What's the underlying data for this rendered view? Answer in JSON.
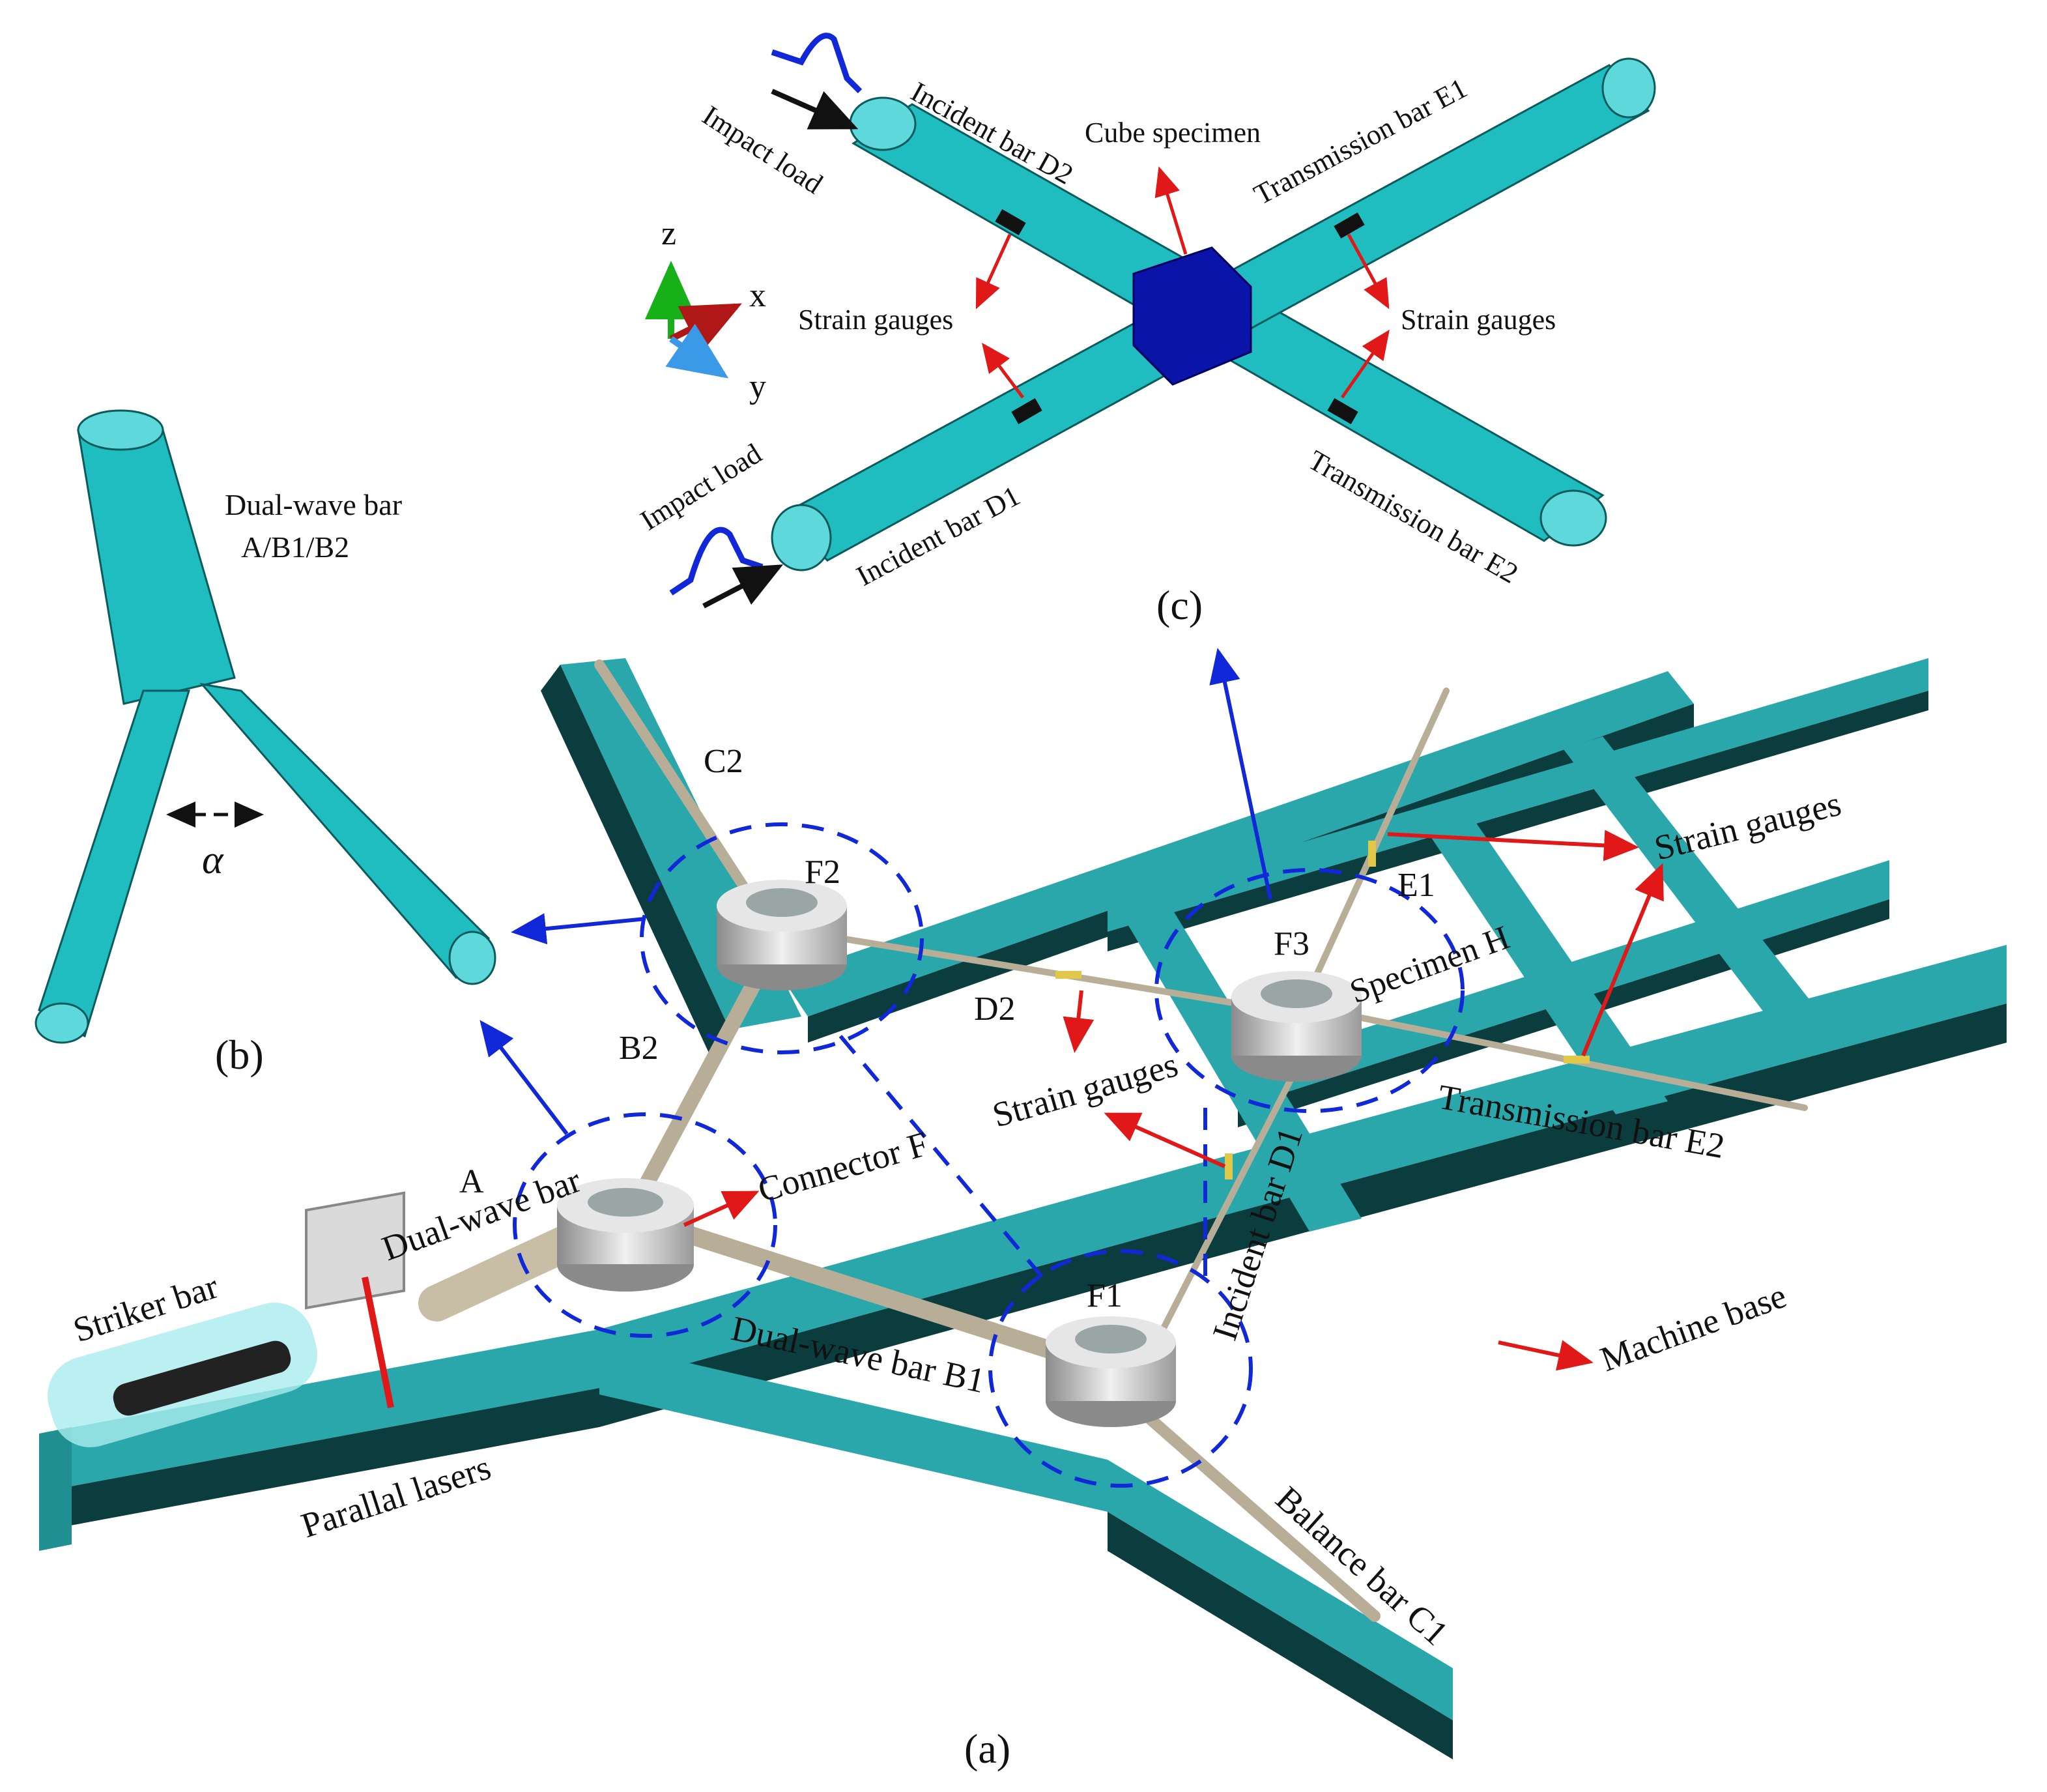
{
  "colors": {
    "bar": "#1fbcc0",
    "bar_dark": "#0f8f93",
    "bar_light": "#5fd8db",
    "frame": "#2aa7ab",
    "frame_dark": "#0b3d3e",
    "rod": "#b8ad96",
    "rod_dark": "#7a6f5c",
    "cube": "#0a14a8",
    "blue_arrow": "#1028d8",
    "red_arrow": "#e01818",
    "gauge": "#111111",
    "connector": "#c9c9c9"
  },
  "panel_labels": {
    "a": "(a)",
    "b": "(b)",
    "c": "(c)"
  },
  "panel_c": {
    "impact_load_top": "Impact load",
    "impact_load_bottom": "Impact load",
    "incident_bar_d2": "Incident bar D2",
    "incident_bar_d1": "Incident bar D1",
    "cube_specimen": "Cube specimen",
    "transmission_bar_e1": "Transmission bar E1",
    "transmission_bar_e2": "Transmission bar E2",
    "strain_gauges_left": "Strain gauges",
    "strain_gauges_right": "Strain gauges",
    "axis_z": "z",
    "axis_x": "x",
    "axis_y": "y"
  },
  "panel_b": {
    "bar_name_line1": "Dual-wave bar",
    "bar_name_line2": "A/B1/B2",
    "angle_symbol": "α"
  },
  "panel_a": {
    "c2": "C2",
    "f2": "F2",
    "e1": "E1",
    "f3": "F3",
    "specimen_h": "Specimen H",
    "strain_gauges_top": "Strain gauges",
    "d2": "D2",
    "b2": "B2",
    "strain_gauges_mid": "Strain gauges",
    "transmission_bar_e2": "Transmission bar E2",
    "a": "A",
    "dual_wave_bar": "Dual-wave bar",
    "connector_f": "Connector F",
    "incident_bar_d1": "Incident bar D1",
    "f1": "F1",
    "striker_bar": "Striker bar",
    "dual_wave_bar_b1": "Dual-wave bar B1",
    "machine_base": "Machine base",
    "parallel_lasers": "Parallal lasers",
    "balance_bar_c1": "Balance bar C1"
  }
}
